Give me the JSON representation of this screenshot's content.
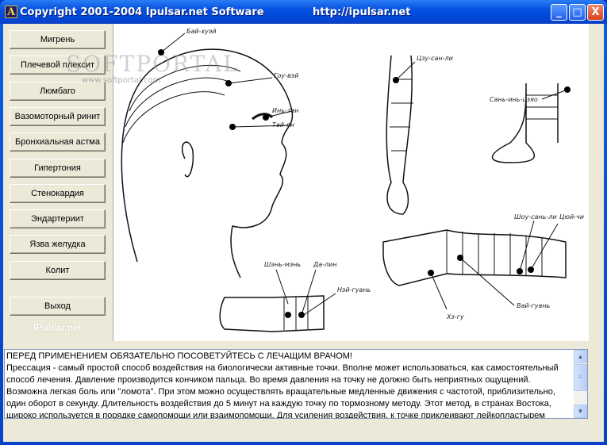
{
  "window": {
    "title": "Copyright 2001-2004 Ipulsar.net Software",
    "url": "http://ipulsar.net",
    "icon": "app-icon",
    "minimize": "_",
    "maximize": "□",
    "close": "X"
  },
  "sidebar": {
    "items": [
      {
        "label": "Мигрень"
      },
      {
        "label": "Плечевой плексит"
      },
      {
        "label": "Люмбаго"
      },
      {
        "label": "Вазомоторный ринит"
      },
      {
        "label": "Бронхиальная астма"
      },
      {
        "label": "Гипертония"
      },
      {
        "label": "Стенокардия"
      },
      {
        "label": "Эндартериит"
      },
      {
        "label": "Язва желудка"
      },
      {
        "label": "Колит"
      }
    ],
    "exit": "Выход",
    "brand": "IPulsar.net"
  },
  "watermark": {
    "big": "SOFTPORTAL",
    "small": "www.softportal.com"
  },
  "illustration": {
    "points": [
      "Бай-хуэй",
      "Гоу-вэй",
      "Инь-тан",
      "Тай-ян",
      "Цзу-сан-ли",
      "Сань-инь-цзяо",
      "Шоу-сань-ли",
      "Цюй-чи",
      "Хэ-гу",
      "Вай-гуань",
      "Шэнь-мэнь",
      "Да-лин",
      "Нэй-гуань"
    ]
  },
  "description": {
    "lines": [
      "ПЕРЕД ПРИМЕНЕНИЕМ ОБЯЗАТЕЛЬНО ПОСОВЕТУЙТЕСЬ С ЛЕЧАЩИМ ВРАЧОМ!",
      "Прессация - самый простой способ воздействия на биологически активные точки. Вполне может использоваться, как самостоятельный способ лечения. Давление производится кончиком пальца. Во время давления на точку не должно быть неприятных ощущений. Возможна легкая боль или \"ломота\". При этом можно осуществлять вращательные медленные движения с частотой, приблизительно, один оборот в секунду. Длительность воздействия до 5 минут на каждую точку по тормозному методу. Этот метод, в странах Востока, широко используется в порядке самопомощи или взаимопомощи. Для усиления воздействия, к точке приклеивают лейкопластырем"
    ]
  }
}
